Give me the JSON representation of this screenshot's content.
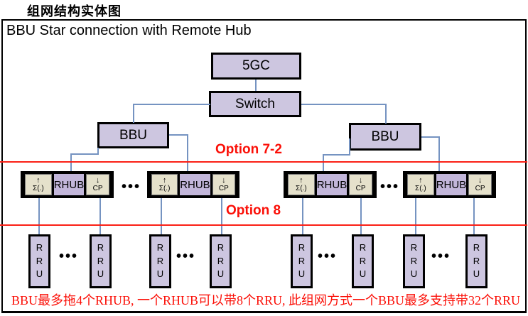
{
  "header": {
    "label": "组网结构实体图"
  },
  "diagram": {
    "title": "BBU Star connection with Remote Hub",
    "core_label": "5GC",
    "switch_label": "Switch",
    "bbu_label": "BBU",
    "rhub": {
      "up_arrow": "↑",
      "up_label": "Σ(.)",
      "name": "RHUB",
      "down_arrow": "↓",
      "down_label": "CP"
    },
    "rru": {
      "l1": "R",
      "l2": "R",
      "l3": "U"
    },
    "ellipsis": "•••",
    "option_7_2": "Option 7-2",
    "option_8": "Option 8",
    "footnote": "BBU最多拖4个RHUB, 一个RHUB可以带8个RRU, 此组网方式一个BBU最多支持带32个RRU"
  },
  "colors": {
    "node_fill": "#cdc6e0",
    "rhub_fill": "#c2b6da",
    "io_cell_fill": "#e5e1cb",
    "connector_blue": "#7593c1",
    "accent_red": "#fb0f07",
    "border_black": "#000000"
  }
}
